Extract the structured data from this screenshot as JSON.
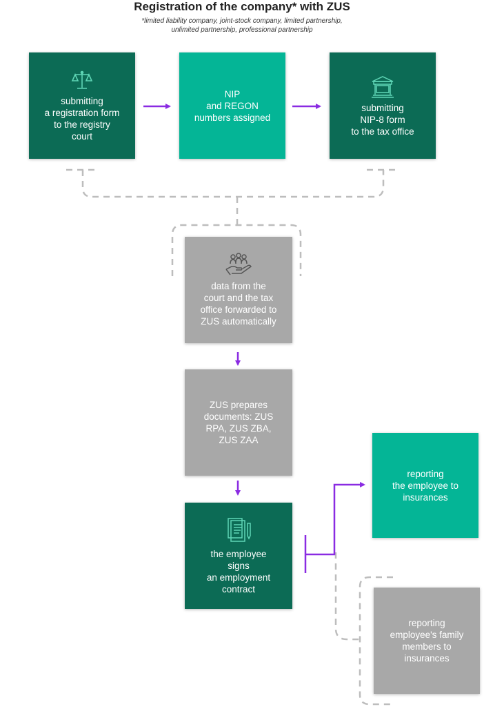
{
  "title": "Registration of the company* with ZUS",
  "subtitle": "*limited liability company, joint-stock company, limited partnership,\nunlimited partnership, professional partnership",
  "colors": {
    "dark_green": "#0c6b55",
    "teal": "#04b596",
    "grey": "#a8a8a8",
    "arrow": "#8a2be2",
    "dashed_connector": "#bdbdbd"
  },
  "steps": {
    "registry_court": {
      "text": "submitting\na registration form\nto the registry\ncourt",
      "icon": "scales-icon"
    },
    "nip_regon": {
      "text": "NIP\nand REGON\nnumbers assigned"
    },
    "tax_office": {
      "text": "submitting\nNIP-8 form\nto the tax office",
      "icon": "tax-office-icon"
    },
    "data_forwarded": {
      "text": "data from the\ncourt and the tax\noffice forwarded to\nZUS automatically",
      "icon": "hand-people-icon"
    },
    "zus_documents": {
      "text": "ZUS prepares\ndocuments: ZUS\nRPA, ZUS ZBA,\nZUS ZAA"
    },
    "employment_contract": {
      "text": "the employee\nsigns\nan employment\ncontract",
      "icon": "contract-icon"
    },
    "report_employee": {
      "text": "reporting\nthe employee to\ninsurances"
    },
    "report_family": {
      "text": "reporting\nemployee's family\nmembers to\ninsurances"
    }
  }
}
